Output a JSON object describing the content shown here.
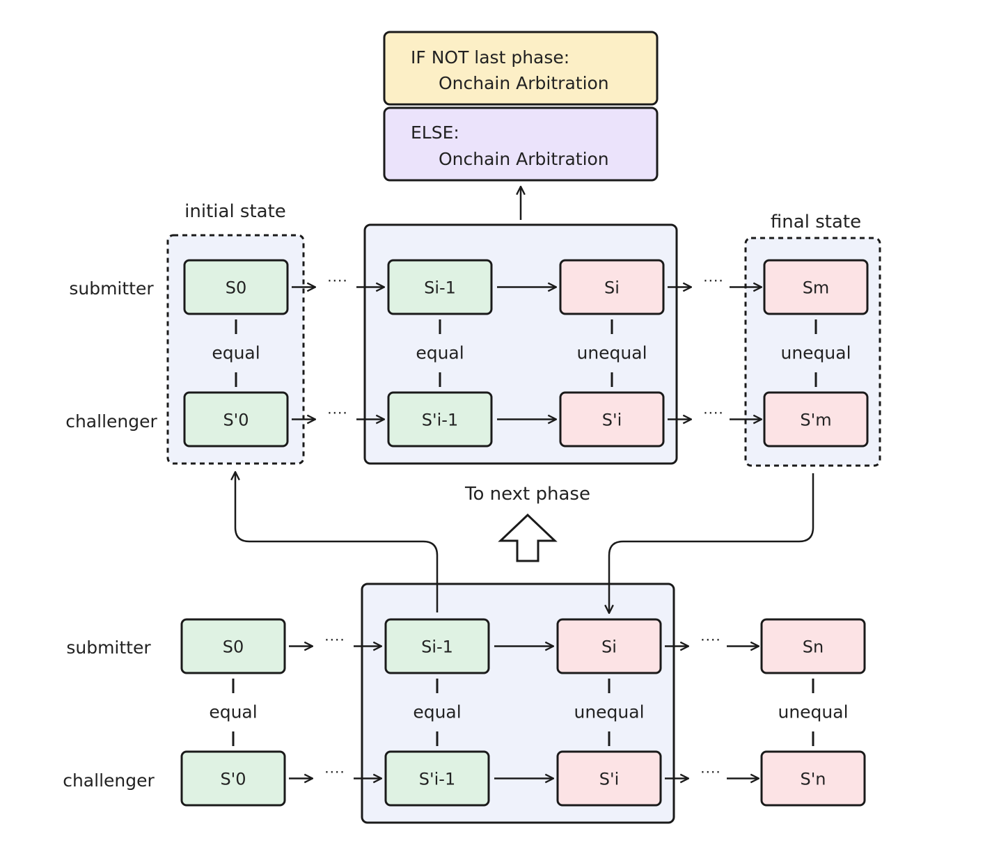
{
  "decision": {
    "if_title": "IF NOT last phase:",
    "if_body": "Onchain Arbitration",
    "else_title": "ELSE:",
    "else_body": "Onchain Arbitration",
    "colors": {
      "if_fill": "#fcefc6",
      "else_fill": "#ebe3fb"
    }
  },
  "labels": {
    "initial_state": "initial state",
    "final_state": "final state",
    "to_next_phase": "To next phase",
    "ellipsis": "····"
  },
  "roles": {
    "submitter": "submitter",
    "challenger": "challenger"
  },
  "relations": {
    "equal": "equal",
    "unequal": "unequal"
  },
  "upper": {
    "submitter": [
      "S0",
      "Si-1",
      "Si",
      "Sm"
    ],
    "challenger": [
      "S'0",
      "S'i-1",
      "S'i",
      "S'm"
    ],
    "relations": [
      "equal",
      "equal",
      "unequal",
      "unequal"
    ]
  },
  "lower": {
    "submitter": [
      "S0",
      "Si-1",
      "Si",
      "Sn"
    ],
    "challenger": [
      "S'0",
      "S'i-1",
      "S'i",
      "S'n"
    ],
    "relations": [
      "equal",
      "equal",
      "unequal",
      "unequal"
    ]
  },
  "colors": {
    "equal_fill": "#dff2e3",
    "unequal_fill": "#fce3e5",
    "container_fill": "#eff2fb",
    "stroke": "#1a1a1a"
  }
}
